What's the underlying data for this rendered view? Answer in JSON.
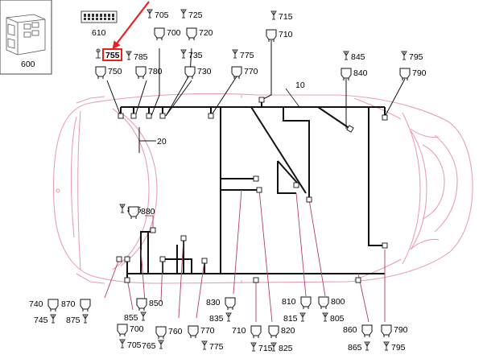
{
  "diagram": {
    "colors": {
      "body_outline": "#e8a0b0",
      "wire": "#111111",
      "pink_wire": "#c0506a",
      "highlight": "#e8201e"
    },
    "harness_label": "10",
    "branch_label": "20",
    "module_label": "600",
    "fuse_block_label": "610",
    "highlighted_label": "755",
    "components": [
      {
        "id": "c705",
        "label": "705",
        "kind": "sensor"
      },
      {
        "id": "c725",
        "label": "725",
        "kind": "sensor"
      },
      {
        "id": "c700t",
        "label": "700",
        "kind": "connector"
      },
      {
        "id": "c720",
        "label": "720",
        "kind": "connector"
      },
      {
        "id": "c715t",
        "label": "715",
        "kind": "sensor"
      },
      {
        "id": "c710t",
        "label": "710",
        "kind": "connector"
      },
      {
        "id": "c785",
        "label": "785",
        "kind": "sensor"
      },
      {
        "id": "c735",
        "label": "735",
        "kind": "sensor"
      },
      {
        "id": "c775t",
        "label": "775",
        "kind": "sensor"
      },
      {
        "id": "c750",
        "label": "750",
        "kind": "connector"
      },
      {
        "id": "c780",
        "label": "780",
        "kind": "connector"
      },
      {
        "id": "c730",
        "label": "730",
        "kind": "connector"
      },
      {
        "id": "c770t",
        "label": "770",
        "kind": "connector"
      },
      {
        "id": "c845",
        "label": "845",
        "kind": "sensor"
      },
      {
        "id": "c795t",
        "label": "795",
        "kind": "sensor"
      },
      {
        "id": "c840",
        "label": "840",
        "kind": "connector"
      },
      {
        "id": "c790t",
        "label": "790",
        "kind": "connector"
      },
      {
        "id": "c885",
        "label": "885",
        "kind": "sensor"
      },
      {
        "id": "c880",
        "label": "880",
        "kind": "connector"
      },
      {
        "id": "c740",
        "label": "740",
        "kind": "connector"
      },
      {
        "id": "c870",
        "label": "870",
        "kind": "connector"
      },
      {
        "id": "c745",
        "label": "745",
        "kind": "sensor"
      },
      {
        "id": "c875",
        "label": "875",
        "kind": "sensor"
      },
      {
        "id": "c850",
        "label": "850",
        "kind": "connector"
      },
      {
        "id": "c855",
        "label": "855",
        "kind": "sensor"
      },
      {
        "id": "c700b",
        "label": "700",
        "kind": "connector"
      },
      {
        "id": "c705b",
        "label": "705",
        "kind": "sensor"
      },
      {
        "id": "c760",
        "label": "760",
        "kind": "connector"
      },
      {
        "id": "c765",
        "label": "765",
        "kind": "sensor"
      },
      {
        "id": "c770b",
        "label": "770",
        "kind": "connector"
      },
      {
        "id": "c775b",
        "label": "775",
        "kind": "sensor"
      },
      {
        "id": "c830",
        "label": "830",
        "kind": "connector"
      },
      {
        "id": "c835",
        "label": "835",
        "kind": "sensor"
      },
      {
        "id": "c710b",
        "label": "710",
        "kind": "connector"
      },
      {
        "id": "c820",
        "label": "820",
        "kind": "connector"
      },
      {
        "id": "c715b",
        "label": "715",
        "kind": "sensor"
      },
      {
        "id": "c825",
        "label": "825",
        "kind": "sensor"
      },
      {
        "id": "c810",
        "label": "810",
        "kind": "connector"
      },
      {
        "id": "c800",
        "label": "800",
        "kind": "connector"
      },
      {
        "id": "c815",
        "label": "815",
        "kind": "sensor"
      },
      {
        "id": "c805",
        "label": "805",
        "kind": "sensor"
      },
      {
        "id": "c860",
        "label": "860",
        "kind": "connector"
      },
      {
        "id": "c790b",
        "label": "790",
        "kind": "connector"
      },
      {
        "id": "c865",
        "label": "865",
        "kind": "sensor"
      },
      {
        "id": "c795b",
        "label": "795",
        "kind": "sensor"
      }
    ]
  }
}
